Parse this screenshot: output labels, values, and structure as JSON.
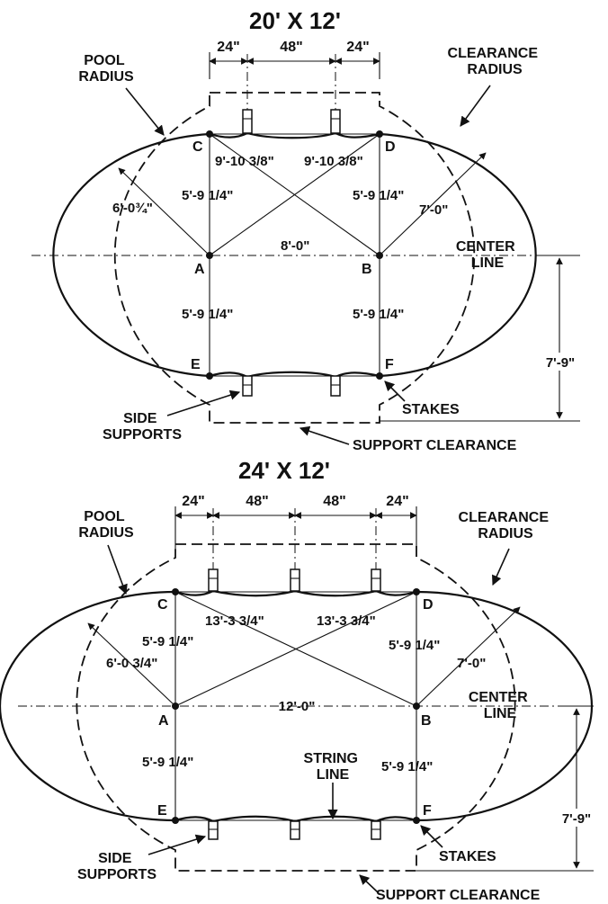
{
  "top": {
    "title": "20' X 12'",
    "dim_24_left": "24\"",
    "dim_48": "48\"",
    "dim_24_right": "24\"",
    "pool_radius": [
      "POOL",
      "RADIUS"
    ],
    "clearance_radius": [
      "CLEARANCE",
      "RADIUS"
    ],
    "point_c": "C",
    "point_d": "D",
    "point_a": "A",
    "point_b": "B",
    "point_e": "E",
    "point_f": "F",
    "diag_left": "9'-10 3/8\"",
    "diag_right": "9'-10 3/8\"",
    "radius_pool": "6'-0¾\"",
    "left_upper": "5'-9 1/4\"",
    "right_upper": "5'-9 1/4\"",
    "radius_clear": "7'-0\"",
    "center_dist": "8'-0\"",
    "center_line": [
      "CENTER",
      "LINE"
    ],
    "left_lower": "5'-9 1/4\"",
    "right_lower": "5'-9 1/4\"",
    "height_dim": "7'-9\"",
    "side_supports": [
      "SIDE",
      "SUPPORTS"
    ],
    "stakes": "STAKES",
    "support_clearance": "SUPPORT CLEARANCE"
  },
  "bottom": {
    "title": "24' X 12'",
    "dim_24_left": "24\"",
    "dim_48_left": "48\"",
    "dim_48_right": "48\"",
    "dim_24_right": "24\"",
    "pool_radius": [
      "POOL",
      "RADIUS"
    ],
    "clearance_radius": [
      "CLEARANCE",
      "RADIUS"
    ],
    "point_c": "C",
    "point_d": "D",
    "point_a": "A",
    "point_b": "B",
    "point_e": "E",
    "point_f": "F",
    "diag_left": "13'-3 3/4\"",
    "diag_right": "13'-3 3/4\"",
    "radius_pool": "6'-0 3/4\"",
    "left_upper": "5'-9 1/4\"",
    "right_upper": "5'-9 1/4\"",
    "radius_clear": "7'-0\"",
    "center_dist": "12'-0\"",
    "center_line": [
      "CENTER",
      "LINE"
    ],
    "left_lower": "5'-9 1/4\"",
    "right_lower": "5'-9 1/4\"",
    "string_line": [
      "STRING",
      "LINE"
    ],
    "height_dim": "7'-9\"",
    "side_supports": [
      "SIDE",
      "SUPPORTS"
    ],
    "stakes": "STAKES",
    "support_clearance": "SUPPORT CLEARANCE"
  }
}
